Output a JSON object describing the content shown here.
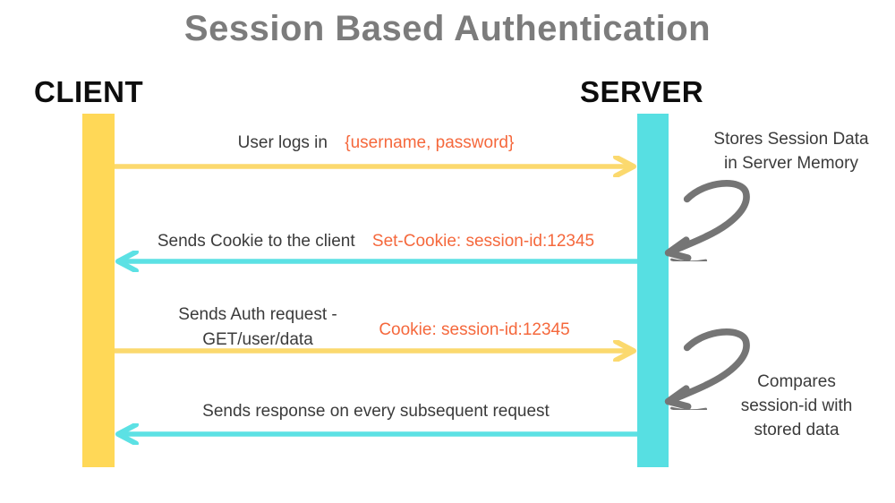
{
  "title": "Session Based Authentication",
  "actors": {
    "client": "CLIENT",
    "server": "SERVER"
  },
  "messages": [
    {
      "label": "User logs in",
      "payload": "{username, password}",
      "direction": "client-to-server"
    },
    {
      "label": "Sends Cookie to the client",
      "payload": "Set-Cookie: session-id:12345",
      "direction": "server-to-client"
    },
    {
      "label_line1": "Sends Auth request -",
      "label_line2": "GET/user/data",
      "payload": "Cookie: session-id:12345",
      "direction": "client-to-server"
    },
    {
      "label": "Sends response on every subsequent request",
      "payload": "",
      "direction": "server-to-client"
    }
  ],
  "annotations": [
    {
      "line1": "Stores Session Data",
      "line2": "in Server Memory",
      "line3": ""
    },
    {
      "line1": "Compares",
      "line2": "session-id with",
      "line3": "stored data"
    }
  ],
  "colors": {
    "client_lifeline": "#FFD857",
    "server_lifeline": "#57DFE2",
    "client_arrow": "#FBD96E",
    "server_arrow": "#5CE1E4",
    "payload_text": "#F5683C",
    "label_text": "#3B3B3B",
    "title_text": "#7C7C7C",
    "actor_text": "#0D0D0D",
    "annotation_arrow": "#757575"
  }
}
